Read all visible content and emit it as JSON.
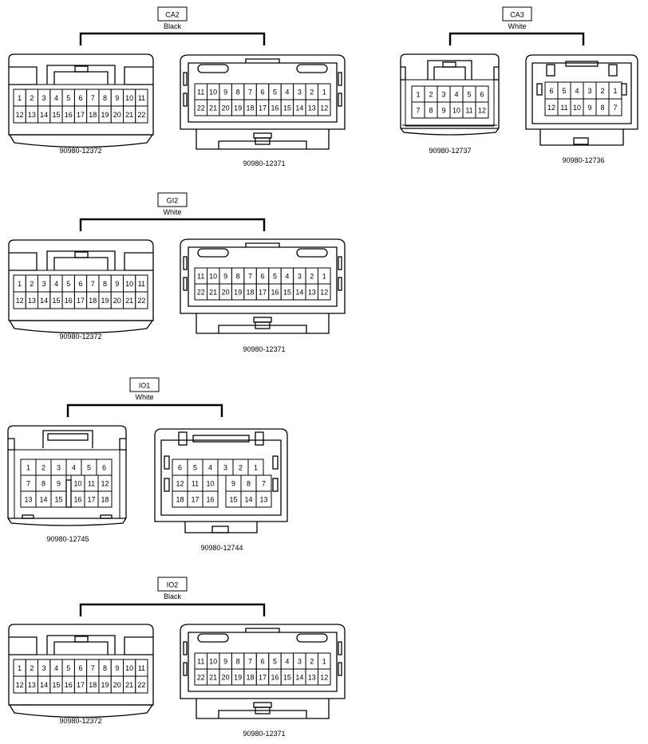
{
  "groups": [
    {
      "id": "CA2",
      "code": "CA2",
      "color": "Black",
      "connectors": [
        {
          "part": "90980-12372",
          "style": "a",
          "rows": [
            [
              "1",
              "2",
              "3",
              "4",
              "5",
              "6",
              "7",
              "8",
              "9",
              "10",
              "11"
            ],
            [
              "12",
              "13",
              "14",
              "15",
              "16",
              "17",
              "18",
              "19",
              "20",
              "21",
              "22"
            ]
          ]
        },
        {
          "part": "90980-12371",
          "style": "b",
          "rows": [
            [
              "11",
              "10",
              "9",
              "8",
              "7",
              "6",
              "5",
              "4",
              "3",
              "2",
              "1"
            ],
            [
              "22",
              "21",
              "20",
              "19",
              "18",
              "17",
              "16",
              "15",
              "14",
              "13",
              "12"
            ]
          ]
        }
      ]
    },
    {
      "id": "CA3",
      "code": "CA3",
      "color": "White",
      "connectors": [
        {
          "part": "90980-12737",
          "style": "c",
          "rows": [
            [
              "1",
              "2",
              "3",
              "4",
              "5",
              "6"
            ],
            [
              "7",
              "8",
              "9",
              "10",
              "11",
              "12"
            ]
          ]
        },
        {
          "part": "90980-12736",
          "style": "d",
          "rows": [
            [
              "6",
              "5",
              "4",
              "3",
              "2",
              "1"
            ],
            [
              "12",
              "11",
              "10",
              "9",
              "8",
              "7"
            ]
          ]
        }
      ]
    },
    {
      "id": "GI2",
      "code": "GI2",
      "color": "White",
      "connectors": [
        {
          "part": "90980-12372",
          "style": "a",
          "rows": [
            [
              "1",
              "2",
              "3",
              "4",
              "5",
              "6",
              "7",
              "8",
              "9",
              "10",
              "11"
            ],
            [
              "12",
              "13",
              "14",
              "15",
              "16",
              "17",
              "18",
              "19",
              "20",
              "21",
              "22"
            ]
          ]
        },
        {
          "part": "90980-12371",
          "style": "b",
          "rows": [
            [
              "11",
              "10",
              "9",
              "8",
              "7",
              "6",
              "5",
              "4",
              "3",
              "2",
              "1"
            ],
            [
              "22",
              "21",
              "20",
              "19",
              "18",
              "17",
              "16",
              "15",
              "14",
              "13",
              "12"
            ]
          ]
        }
      ]
    },
    {
      "id": "IO1",
      "code": "IO1",
      "color": "White",
      "connectors": [
        {
          "part": "90980-12745",
          "style": "e",
          "row1": [
            "1",
            "2",
            "3",
            "4",
            "5",
            "6"
          ],
          "left_rows": [
            [
              "7",
              "8",
              "9"
            ],
            [
              "13",
              "14",
              "15"
            ]
          ],
          "right_rows": [
            [
              "10",
              "11",
              "12"
            ],
            [
              "16",
              "17",
              "18"
            ]
          ]
        },
        {
          "part": "90980-12744",
          "style": "f",
          "row1": [
            "6",
            "5",
            "4",
            "3",
            "2",
            "1"
          ],
          "left_rows": [
            [
              "12",
              "11",
              "10"
            ],
            [
              "18",
              "17",
              "16"
            ]
          ],
          "right_rows": [
            [
              "9",
              "8",
              "7"
            ],
            [
              "15",
              "14",
              "13"
            ]
          ]
        }
      ]
    },
    {
      "id": "IO2",
      "code": "IO2",
      "color": "Black",
      "connectors": [
        {
          "part": "90980-12372",
          "style": "a",
          "rows": [
            [
              "1",
              "2",
              "3",
              "4",
              "5",
              "6",
              "7",
              "8",
              "9",
              "10",
              "11"
            ],
            [
              "12",
              "13",
              "14",
              "15",
              "16",
              "17",
              "18",
              "19",
              "20",
              "21",
              "22"
            ]
          ]
        },
        {
          "part": "90980-12371",
          "style": "b",
          "rows": [
            [
              "11",
              "10",
              "9",
              "8",
              "7",
              "6",
              "5",
              "4",
              "3",
              "2",
              "1"
            ],
            [
              "22",
              "21",
              "20",
              "19",
              "18",
              "17",
              "16",
              "15",
              "14",
              "13",
              "12"
            ]
          ]
        }
      ]
    }
  ]
}
